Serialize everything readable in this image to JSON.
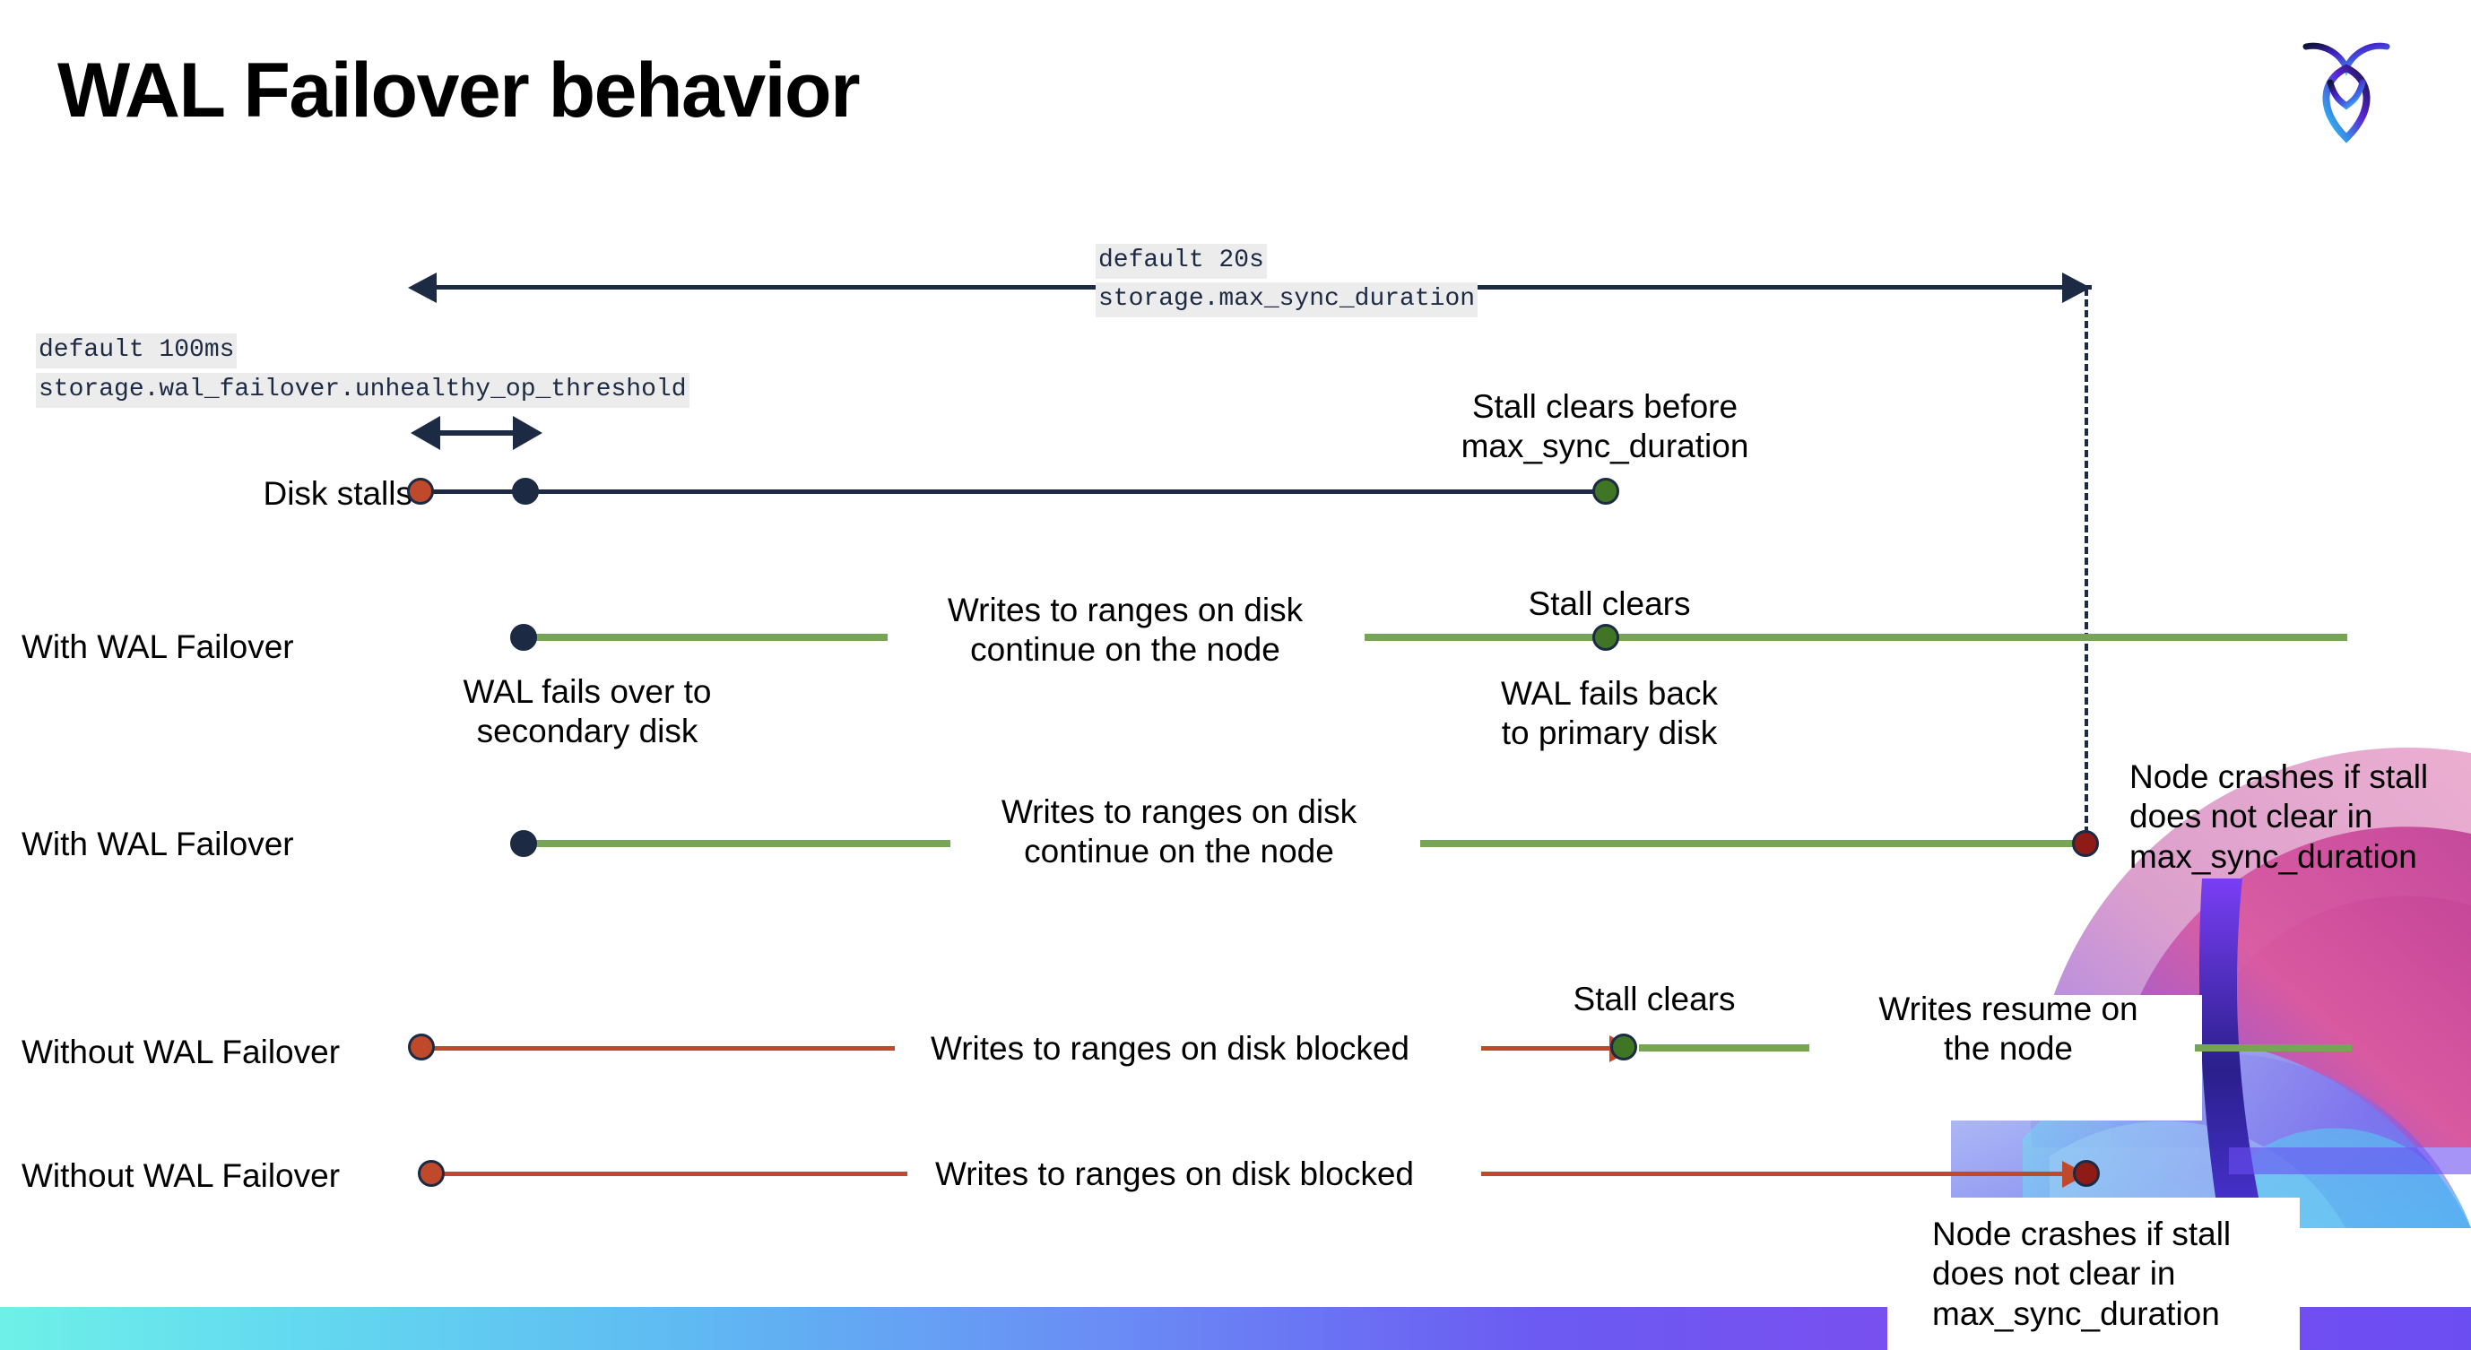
{
  "slide": {
    "title": "WAL Failover behavior",
    "logo_name": "cockroachdb-logo"
  },
  "settings": {
    "max_sync": {
      "default_label": "default 20s",
      "setting_name": "storage.max_sync_duration"
    },
    "unhealthy_op": {
      "default_label": "default 100ms",
      "setting_name": "storage.wal_failover.unhealthy_op_threshold"
    }
  },
  "rows": [
    {
      "label": "Disk stalls",
      "annotations": [
        "Stall clears before\nmax_sync_duration"
      ]
    },
    {
      "label": "With WAL Failover",
      "annotations": [
        "Writes to ranges on disk\ncontinue on the node",
        "Stall clears",
        "WAL fails over to\nsecondary disk",
        "WAL fails  back\nto primary disk"
      ]
    },
    {
      "label": "With WAL Failover",
      "annotations": [
        "Writes to ranges on disk\ncontinue on the node",
        "Node crashes if stall\ndoes not clear in\nmax_sync_duration"
      ]
    },
    {
      "label": "Without WAL Failover",
      "annotations": [
        "Writes to ranges on disk  blocked",
        "Stall clears",
        "Writes resume on\nthe node"
      ]
    },
    {
      "label": "Without WAL Failover",
      "annotations": [
        "Writes to ranges on disk  blocked",
        "Node crashes if stall\ndoes not clear in\nmax_sync_duration"
      ]
    }
  ],
  "colors": {
    "navy": "#1d2a44",
    "green_line": "#76a653",
    "green_dot": "#3f7524",
    "red_line": "#c0492c",
    "red_dot": "#c0492c",
    "dark_red_dot": "#8e1b16",
    "code_chip_bg": "#ececec"
  },
  "legend": {
    "stall_start_marker": "red-dot",
    "failover_marker": "navy-dot",
    "stall_clear_marker": "green-dot",
    "crash_marker": "dark-red-dot"
  }
}
